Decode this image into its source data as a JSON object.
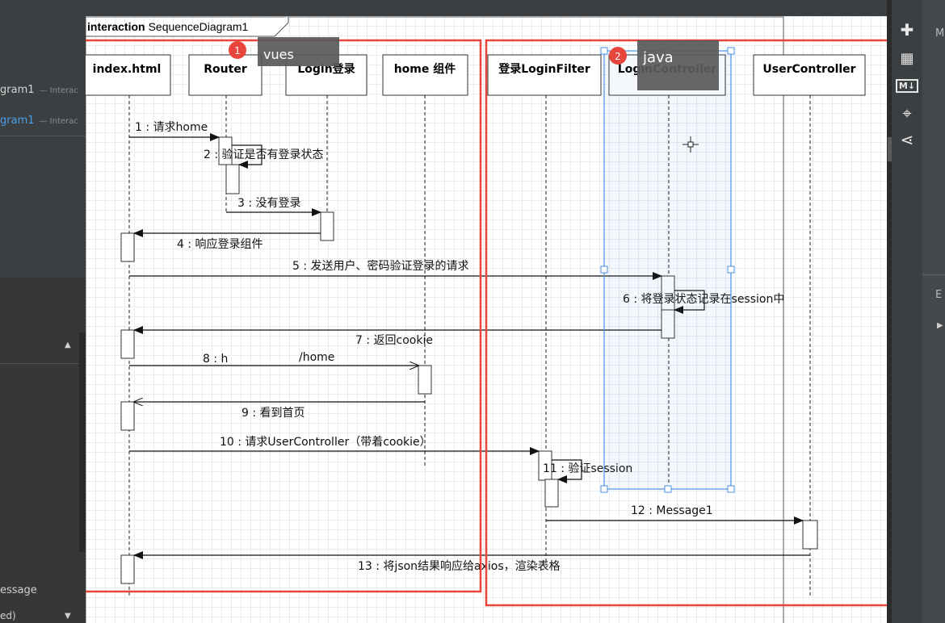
{
  "left_panel": {
    "rows": [
      {
        "label": "gram1",
        "sub": "— Interac",
        "color": "#d4d4d4"
      },
      {
        "label": "gram1",
        "sub": "— Interac",
        "color": "#4a9fe8"
      }
    ],
    "bottom_item": "essage",
    "bottom_item2": "ed)"
  },
  "frame": {
    "keyword": "interaction",
    "name": "SequenceDiagram1"
  },
  "callouts": [
    {
      "num": "1",
      "text": "vues"
    },
    {
      "num": "2",
      "text": "java"
    }
  ],
  "lifelines": [
    "index.html",
    "Router",
    "Login登录",
    "home 组件",
    "登录LoginFilter",
    "LoginController",
    "UserController"
  ],
  "messages": [
    "1 : 请求home",
    "2 : 验证是否有登录状态",
    "3 : 没有登录",
    "4 : 响应登录组件",
    "5 : 发送用户、密码验证登录的请求",
    "6 : 将登录状态记录在session中",
    "7 : 返回cookie",
    "8 : h",
    "/home",
    "9 : 看到首页",
    "10 : 请求UserController（带着cookie）",
    "11 : 验证session",
    "12 : Message1",
    "13 : 将json结果响应给axios，渲染表格"
  ],
  "right_panel": {
    "top_letter": "M",
    "mid_letter": "E"
  },
  "tools": [
    "puzzle-icon",
    "layout-icon",
    "markdown-icon",
    "crosshair-icon",
    "share-icon"
  ],
  "colors": {
    "highlight": "#e8453c",
    "selection": "#4a90e2",
    "callout_bg": "#5a5a5a",
    "badge": "#e8453c"
  }
}
